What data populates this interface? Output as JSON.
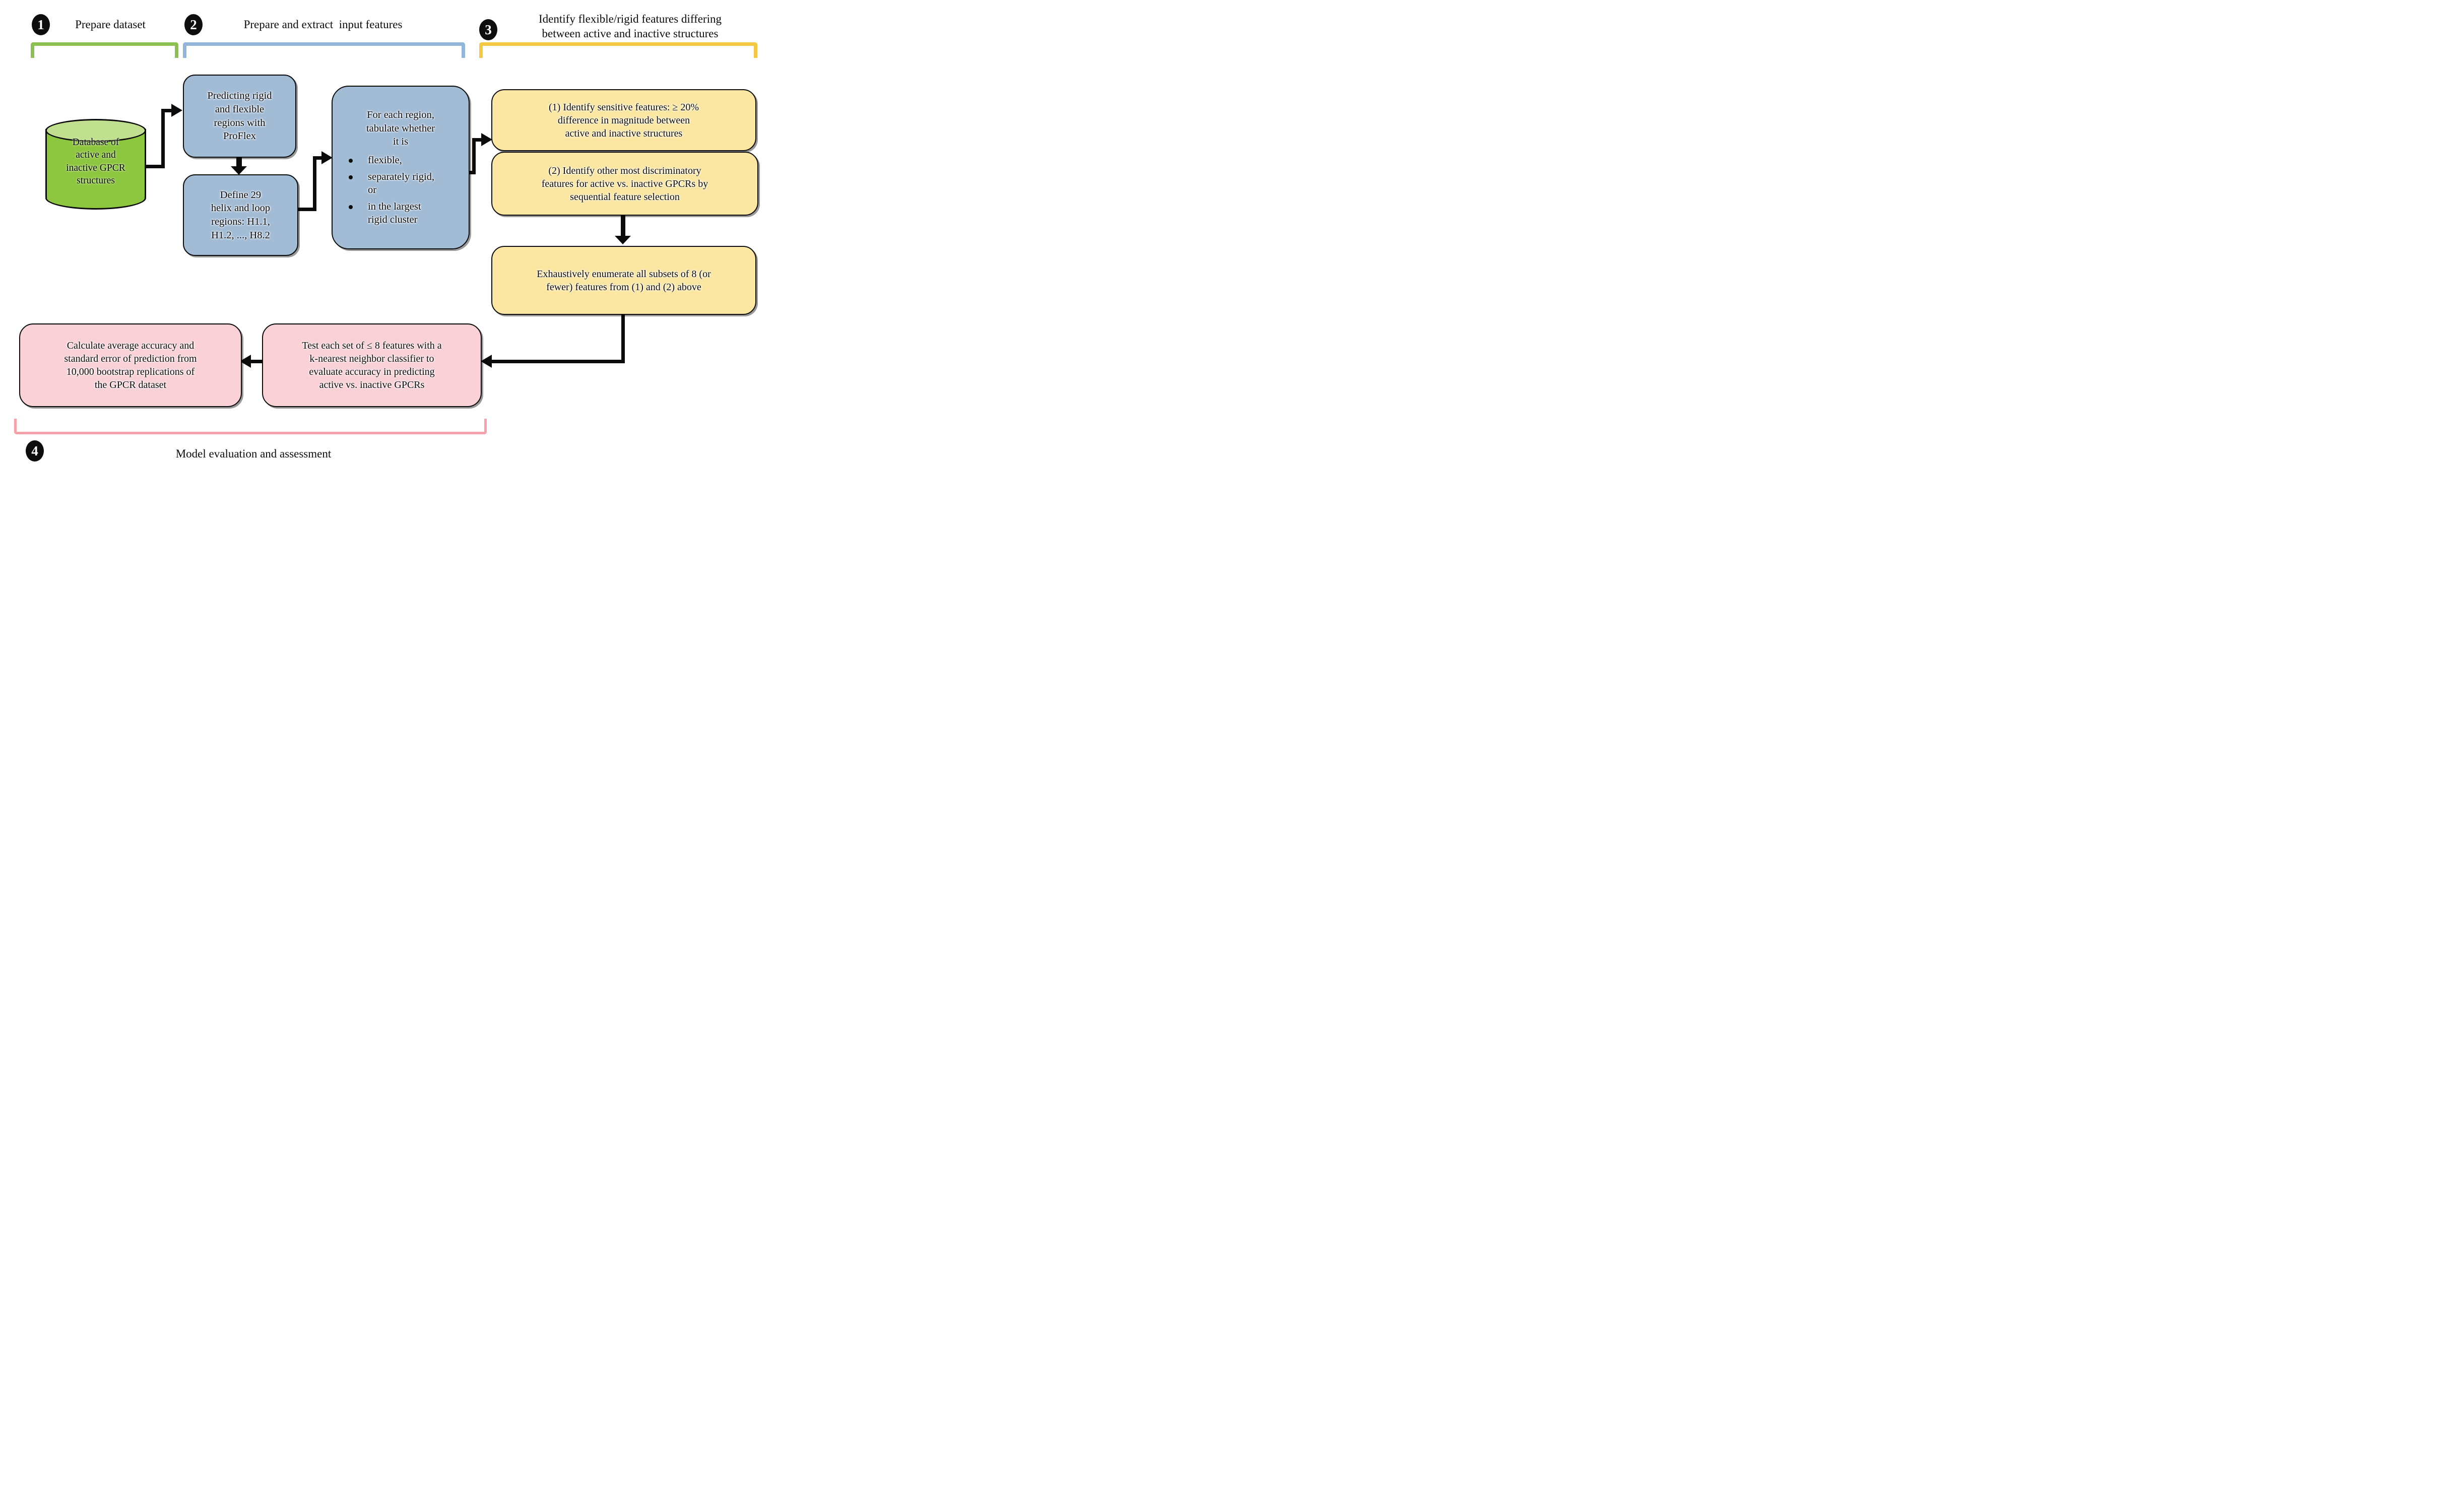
{
  "colors": {
    "green_fill": "#8dc63f",
    "green_top": "#c1e08f",
    "green_bracket": "#8cc152",
    "blue_fill": "#a2bcd6",
    "blue_bracket": "#92b6d9",
    "yellow_fill": "#fbe7a1",
    "yellow_bracket": "#f5c844",
    "pink_fill": "#f9d1d7",
    "pink_bracket": "#f5a3a9"
  },
  "steps": {
    "s1": {
      "num": "1",
      "label": "Prepare dataset"
    },
    "s2": {
      "num": "2",
      "label": "Prepare and extract  input features"
    },
    "s3": {
      "num": "3",
      "label": "Identify flexible/rigid features differing\nbetween active and inactive structures"
    },
    "s4": {
      "num": "4",
      "label": "Model evaluation and assessment"
    }
  },
  "nodes": {
    "database": "Database of\nactive and\ninactive GPCR\nstructures",
    "proflex": "Predicting rigid\nand flexible\nregions with\nProFlex",
    "define_regions": "Define 29\nhelix and loop\nregions: H1.1,\nH1.2, ..., H8.2",
    "tabulate_intro": "For each region,\ntabulate whether\nit is",
    "tabulate_items": [
      "flexible,",
      "separately rigid,\nor",
      "in the largest\nrigid cluster"
    ],
    "sensitive": "(1) Identify sensitive features: ≥ 20%\ndifference in magnitude between\nactive and inactive structures",
    "discriminatory": "(2) Identify other most discriminatory\nfeatures for active vs. inactive GPCRs by\nsequential feature selection",
    "enumerate": "Exhaustively enumerate all subsets of 8 (or\nfewer) features from (1) and (2) above",
    "knn": "Test each set of ≤ 8 features with a\nk-nearest neighbor classifier to\nevaluate accuracy in predicting\nactive vs. inactive GPCRs",
    "bootstrap": "Calculate average accuracy and\nstandard error of prediction from\n10,000 bootstrap replications of\nthe GPCR dataset"
  }
}
